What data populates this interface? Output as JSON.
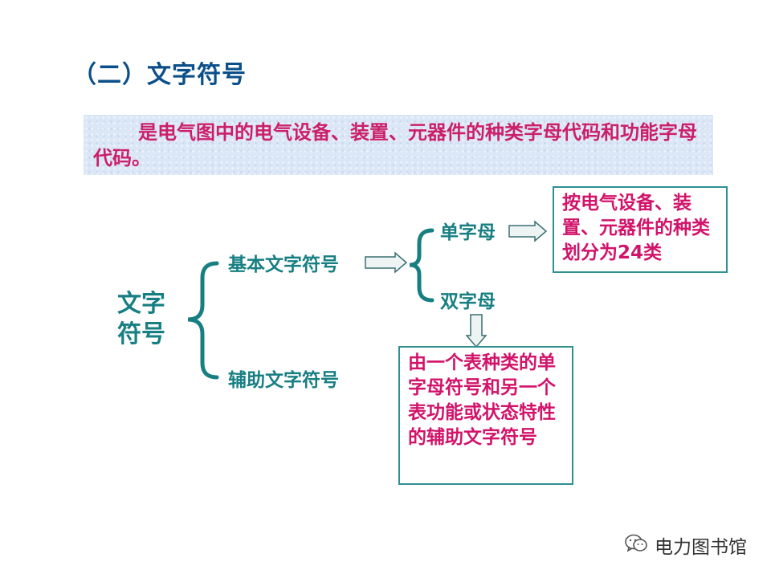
{
  "title": "（二）文字符号",
  "definition": "是电气图中的电气设备、装置、元器件的种类字母代码和功能字母代码。",
  "diagram": {
    "root": "文字符号",
    "basic": "基本文字符号",
    "auxiliary": "辅助文字符号",
    "single_letter": "单字母",
    "double_letter": "双字母",
    "single_note": "按电气设备、装置、元器件的种类划分为24类",
    "double_note": "由一个表种类的单字母符号和另一个表功能或状态特性的辅助文字符号"
  },
  "watermark": {
    "text": "电力图书馆",
    "icon": "wechat-icon"
  },
  "colors": {
    "title": "#0b4f8a",
    "label": "#177f82",
    "accent": "#cc1f6a",
    "banner_bg": "#dbe7f6"
  }
}
